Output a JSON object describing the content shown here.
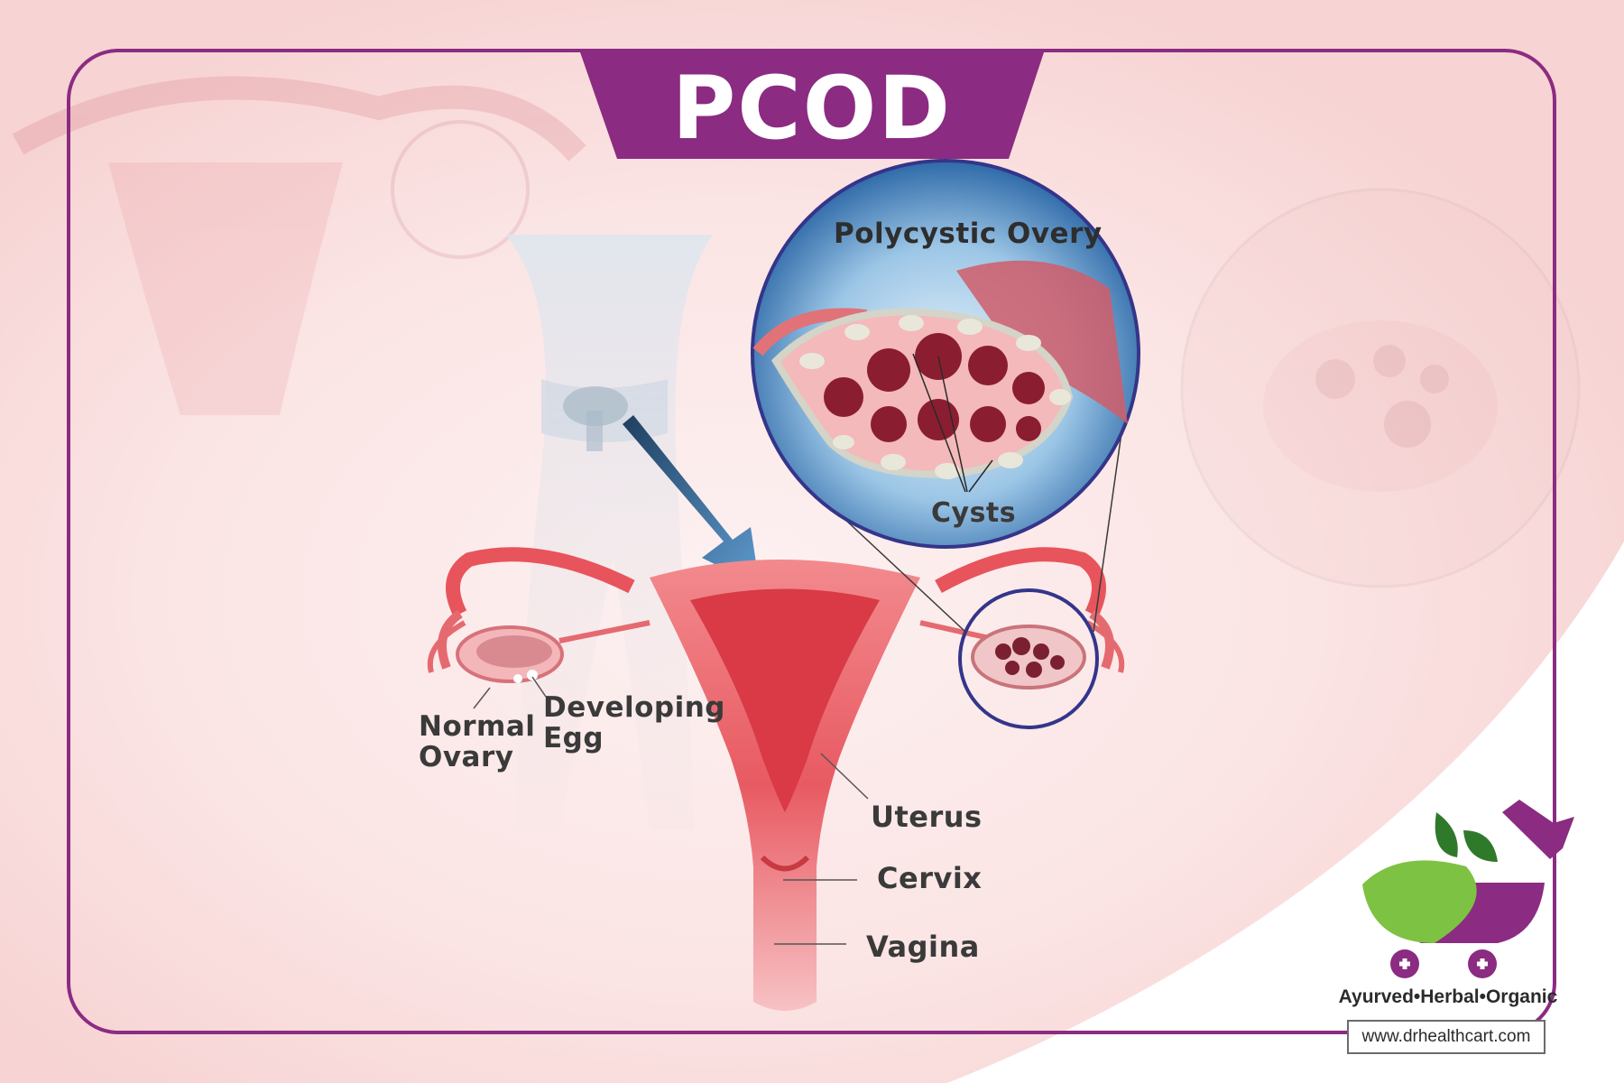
{
  "title": "PCOD",
  "inset_title": "Polycystic Overy",
  "labels": {
    "cysts": "Cysts",
    "normal_ovary_line1": "Normal",
    "normal_ovary_line2": "Ovary",
    "developing_egg_line1": "Developing",
    "developing_egg_line2": "Egg",
    "uterus": "Uterus",
    "cervix": "Cervix",
    "vagina": "Vagina"
  },
  "brand": {
    "tagline": "Ayurved•Herbal•Organic",
    "url": "www.drhealthcart.com"
  },
  "colors": {
    "accent": "#8b2b82",
    "background": "#f9dcdc",
    "uterus": "#e8545c",
    "leaf_green": "#7dc242",
    "leaf_dark": "#3b8c2a",
    "inset_blue": "#2a5aa0"
  }
}
